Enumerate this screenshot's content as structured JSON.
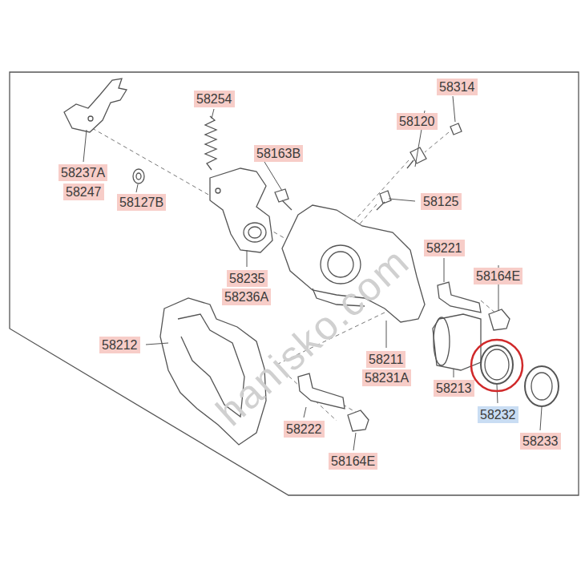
{
  "diagram": {
    "nodes": [
      {
        "text": [
          "58254"
        ]
      },
      {
        "text": [
          "58314"
        ]
      },
      {
        "text": [
          "58120"
        ]
      },
      {
        "text": [
          "58163B"
        ]
      },
      {
        "text": [
          "58237A"
        ]
      },
      {
        "text": [
          "58247"
        ]
      },
      {
        "text": [
          "58127B"
        ]
      },
      {
        "text": [
          "58125"
        ]
      },
      {
        "text": [
          "58221"
        ]
      },
      {
        "text": [
          "58235"
        ]
      },
      {
        "text": [
          "58164E"
        ]
      },
      {
        "text": [
          "58236A"
        ]
      },
      {
        "text": [
          "58212"
        ]
      },
      {
        "text": [
          "58211"
        ]
      },
      {
        "text": [
          "58231A"
        ]
      },
      {
        "text": [
          "58213"
        ]
      },
      {
        "text": [
          "58232"
        ]
      },
      {
        "text": [
          "58222"
        ]
      },
      {
        "text": [
          "58233"
        ]
      },
      {
        "text": [
          "58164E"
        ]
      }
    ],
    "labels": [
      "hanisko.com"
    ]
  }
}
